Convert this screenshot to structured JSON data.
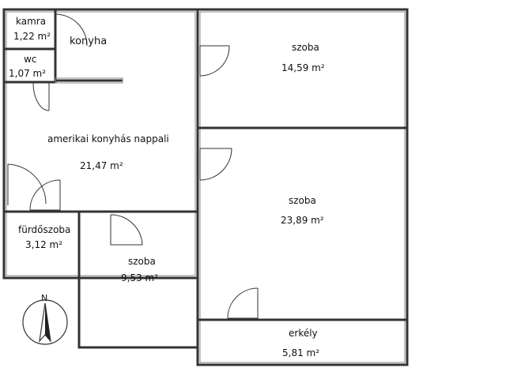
{
  "plan": {
    "rooms": [
      {
        "id": "kamra",
        "name": "kamra",
        "area": "1,22 m²"
      },
      {
        "id": "wc",
        "name": "wc",
        "area": "1,07 m²"
      },
      {
        "id": "konyha",
        "name": "konyha",
        "area": ""
      },
      {
        "id": "nappali",
        "name": "amerikai konyhás nappali",
        "area": "21,47 m²"
      },
      {
        "id": "szoba1",
        "name": "szoba",
        "area": "14,59 m²"
      },
      {
        "id": "szoba2",
        "name": "szoba",
        "area": "23,89 m²"
      },
      {
        "id": "furdoszoba",
        "name": "fürdőszoba",
        "area": "3,12 m²"
      },
      {
        "id": "szoba3",
        "name": "szoba",
        "area": "9,53 m²"
      },
      {
        "id": "erkely",
        "name": "erkély",
        "area": "5,81 m²"
      }
    ],
    "compass": {
      "label": "N"
    }
  }
}
